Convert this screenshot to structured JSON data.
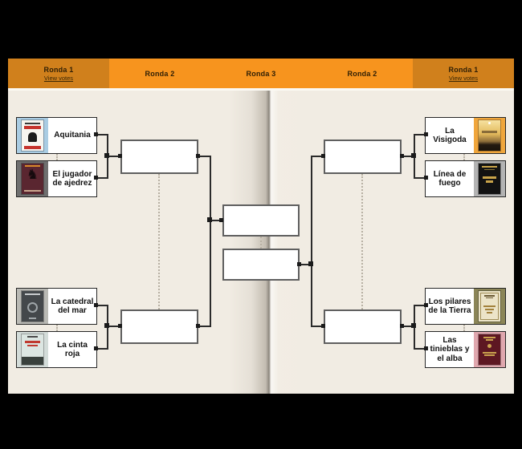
{
  "header": {
    "segments": [
      {
        "label": "Ronda 1",
        "link": "View votes"
      },
      {
        "label": "Ronda 2"
      },
      {
        "label": "Ronda 3"
      },
      {
        "label": "Ronda 2"
      },
      {
        "label": "Ronda 1",
        "link": "View votes"
      }
    ]
  },
  "bracket": {
    "round1_left": [
      {
        "title": "Aquitania"
      },
      {
        "title": "El jugador de ajedrez"
      },
      {
        "title": "La catedral del mar"
      },
      {
        "title": "La cinta roja"
      }
    ],
    "round1_right": [
      {
        "title": "La Visigoda"
      },
      {
        "title": "Línea de fuego"
      },
      {
        "title": "Los pilares de la Tierra"
      },
      {
        "title": "Las tinieblas y el alba"
      }
    ]
  },
  "colors": {
    "header_dark_orange": "#D0801C",
    "header_light_orange": "#F7941E",
    "page_background": "#F1ECE3",
    "connector_line": "#2B2B2B"
  }
}
